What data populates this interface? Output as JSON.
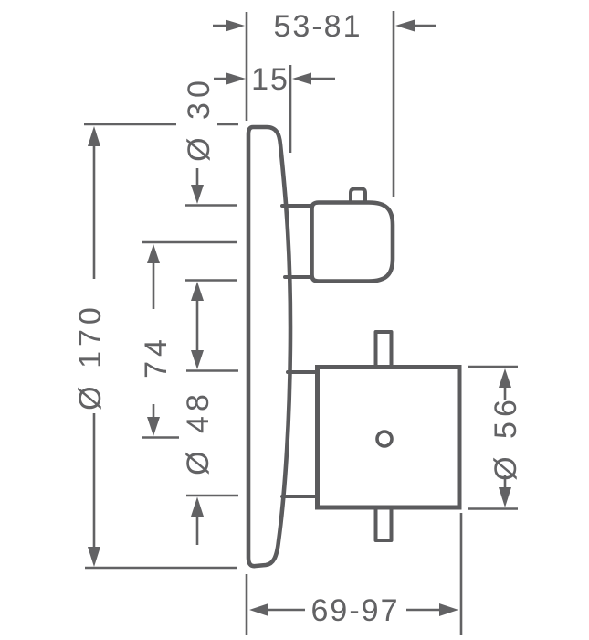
{
  "drawing": {
    "type": "technical-dimension-drawing",
    "view": "side-profile-of-concealed-thermostatic-mixer",
    "colors": {
      "background": "#ffffff",
      "object_line": "#5b5b5d",
      "dimension_line": "#626264",
      "text": "#626264"
    },
    "dimensions": {
      "projection_range": "53-81",
      "plate_thickness": "15",
      "handle_diameter": "Ø 30",
      "plate_diameter": "Ø 170",
      "axis_distance": "74",
      "sleeve_diameter": "Ø 48",
      "block_diameter": "Ø 56",
      "depth_range": "69-97"
    }
  }
}
